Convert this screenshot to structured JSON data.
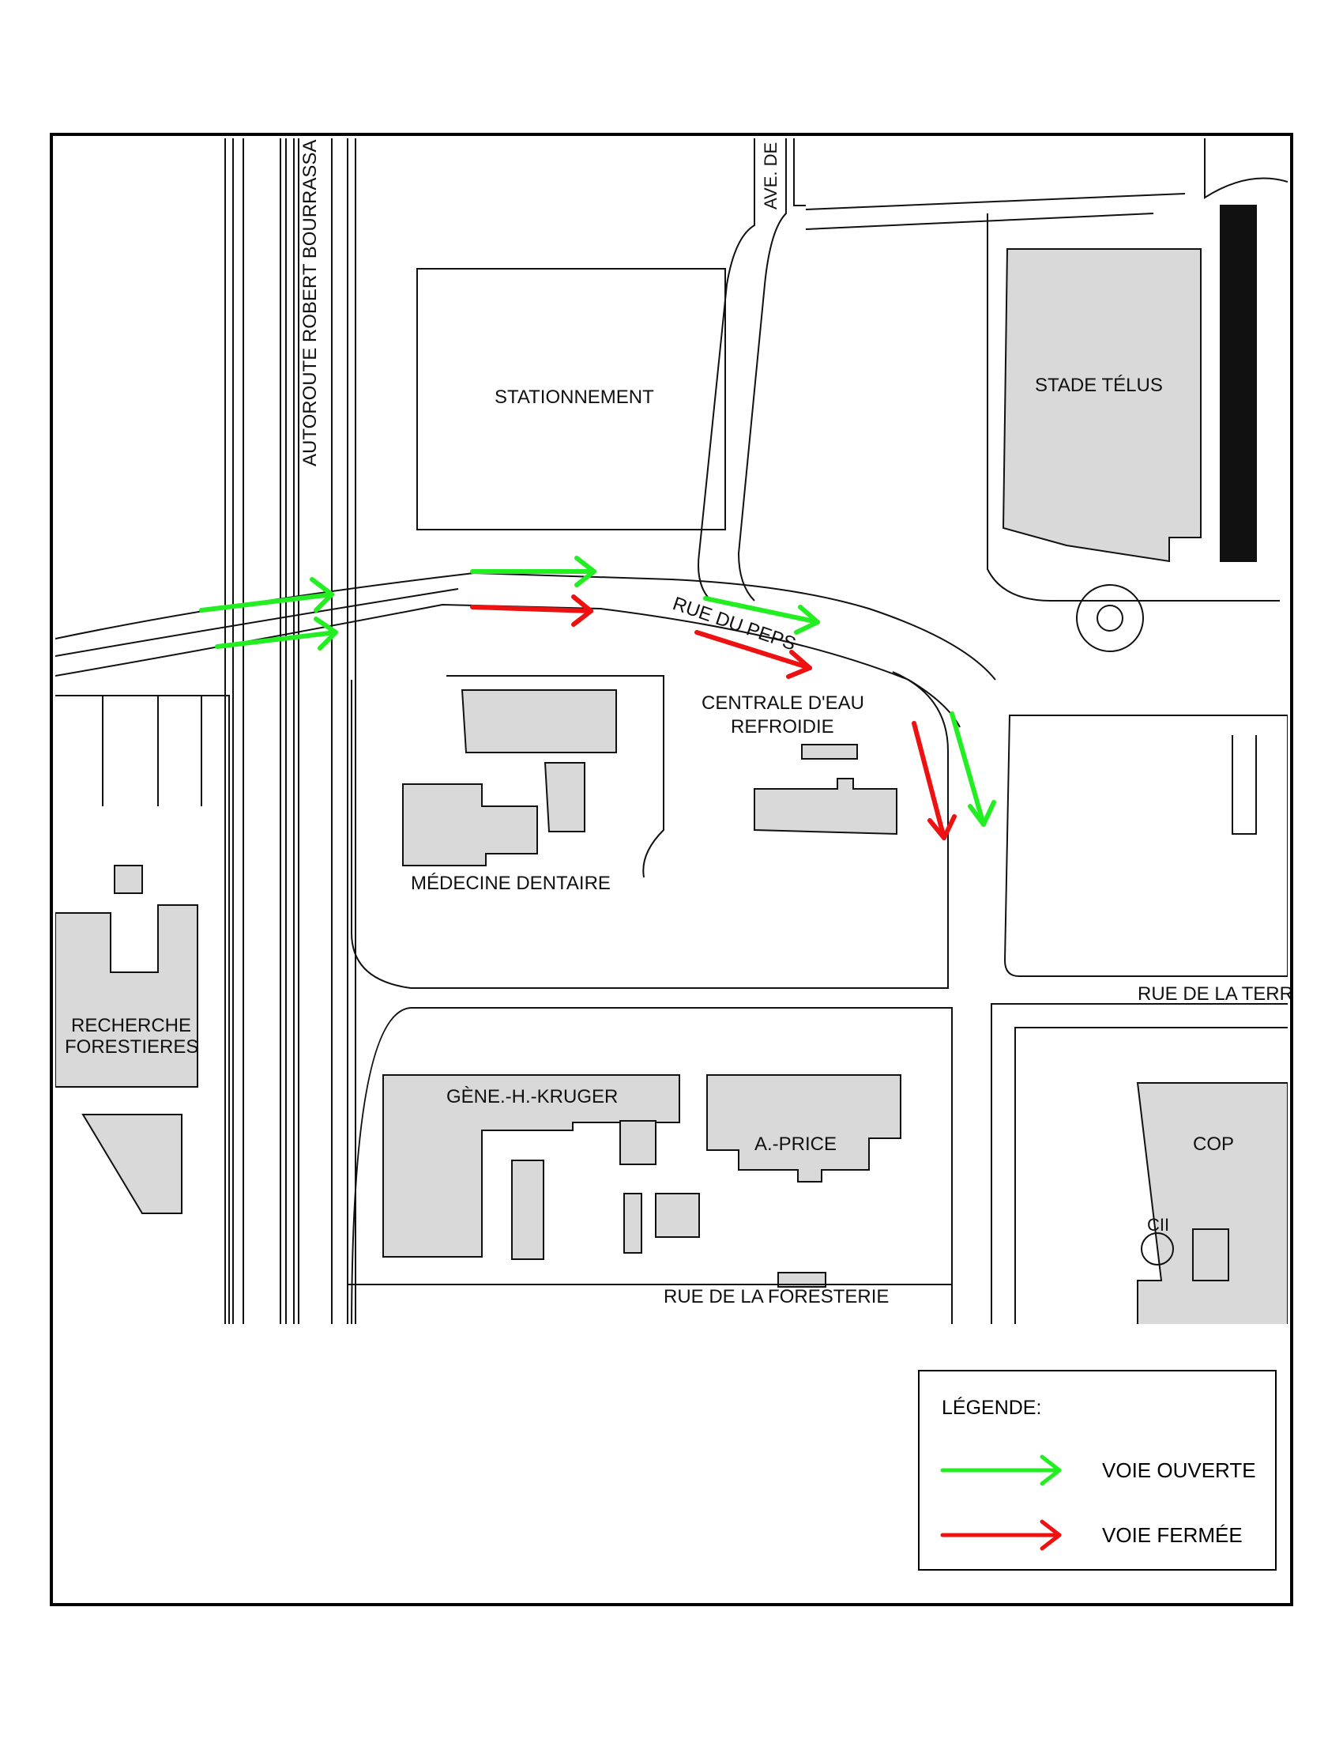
{
  "map": {
    "labels": {
      "autoroute": "AUTOROUTE ROBERT BOURRASSA",
      "stationnement": "STATIONNEMENT",
      "stade": "STADE TÉLUS",
      "ave": "AVE. DE",
      "rue_peps": "RUE DU PEPS",
      "centrale_l1": "CENTRALE D'EAU",
      "centrale_l2": "REFROIDIE",
      "medecine": "MÉDECINE DENTAIRE",
      "recherche_l1": "RECHERCHE",
      "recherche_l2": "FORESTIERES",
      "kruger": "GÈNE.-H.-KRUGER",
      "price": "A.-PRICE",
      "cop": "COP",
      "cii": "CII",
      "rue_terr": "RUE DE LA TERR",
      "rue_foresterie": "RUE DE LA FORESTERIE"
    },
    "colors": {
      "open": "#22ee22",
      "closed": "#ee1111",
      "building": "#d9d9d9",
      "line": "#111111"
    },
    "arrow_meaning": {
      "open": "voie ouverte",
      "closed": "voie fermée"
    }
  },
  "legend": {
    "title": "LÉGENDE:",
    "open_label": "VOIE OUVERTE",
    "closed_label": "VOIE FERMÉE"
  }
}
